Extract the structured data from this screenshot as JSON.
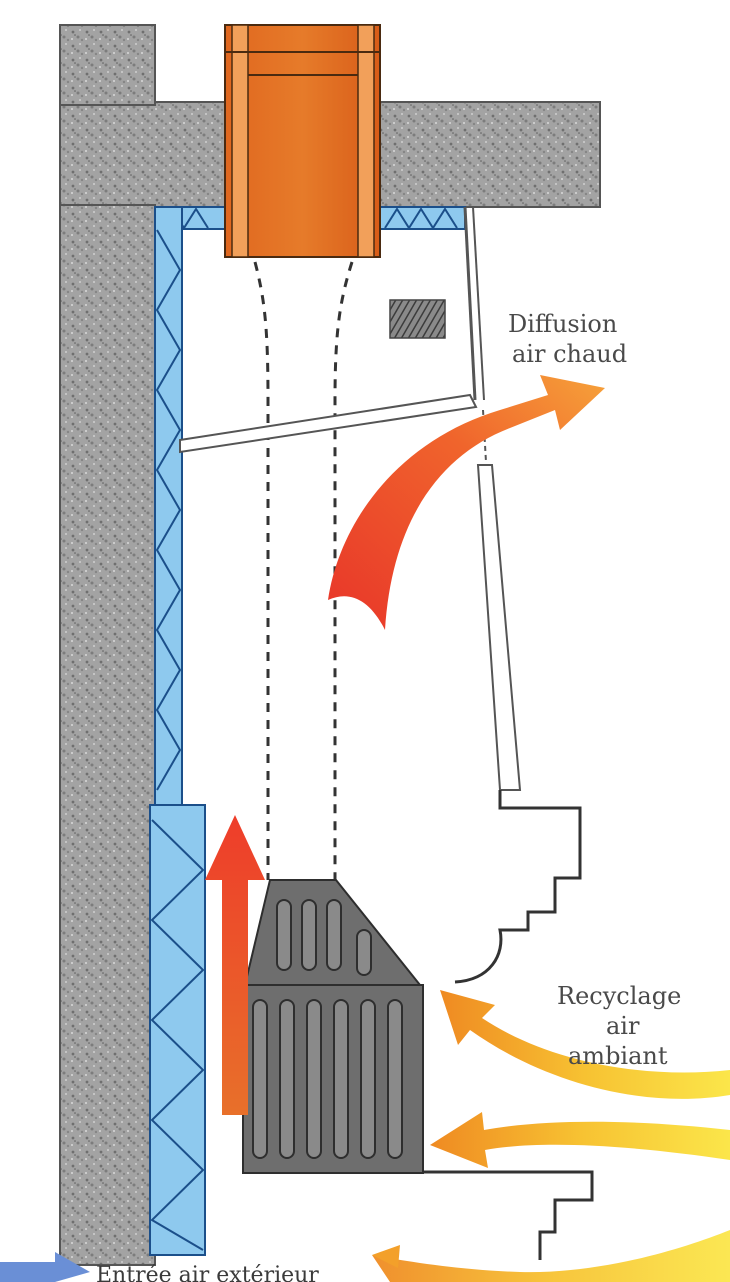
{
  "labels": {
    "diffusion_line1": "Diffusion",
    "diffusion_line2": "air chaud",
    "recyclage_line1": "Recyclage",
    "recyclage_line2": "air",
    "recyclage_line3": "ambiant",
    "entree": "Entrée air extérieur"
  },
  "colors": {
    "concrete": "#9a9a9a",
    "concrete_dark": "#6f6f6f",
    "insulation": "#8ec9ee",
    "insulation_outline": "#1b4f8a",
    "flue": "#e06a1c",
    "flue_light": "#f2a05a",
    "insert": "#707070",
    "hot_air": "#ee4a2a",
    "ambient_air": "#f6b52a",
    "fresh_air": "#6a8fd6"
  }
}
